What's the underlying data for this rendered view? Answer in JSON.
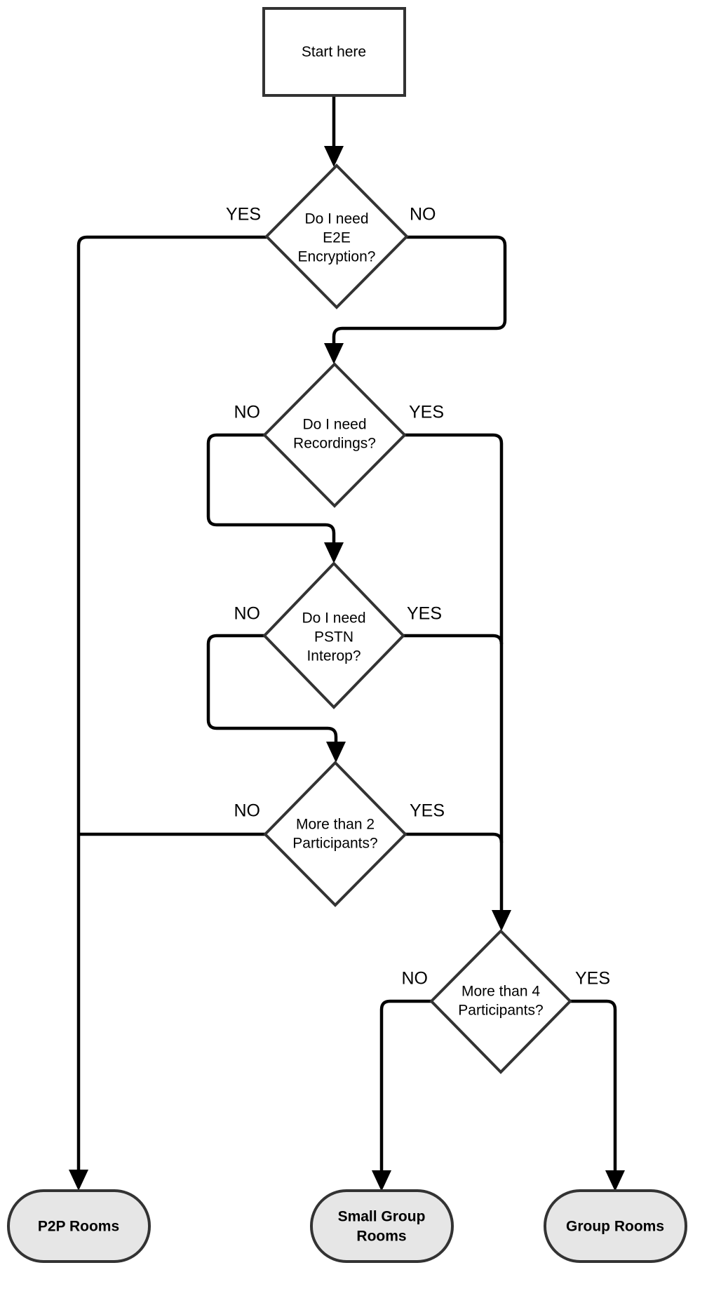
{
  "diagram": {
    "type": "flowchart",
    "orientation": "top-to-bottom",
    "title_text": "",
    "colors": {
      "node_fill": "#ffffff",
      "node_stroke": "#333333",
      "terminal_fill": "#e6e6e6",
      "terminal_stroke": "#333333",
      "edge_stroke": "#000000",
      "background": "#ffffff"
    }
  },
  "nodes": {
    "start": {
      "id": "start",
      "shape": "rectangle",
      "label": "Start here"
    },
    "d1": {
      "id": "d1",
      "shape": "diamond",
      "label_line1": "Do I need",
      "label_line2": "E2E",
      "label_line3": "Encryption?"
    },
    "d2": {
      "id": "d2",
      "shape": "diamond",
      "label_line1": "Do I need",
      "label_line2": "Recordings?"
    },
    "d3": {
      "id": "d3",
      "shape": "diamond",
      "label_line1": "Do I need",
      "label_line2": "PSTN",
      "label_line3": "Interop?"
    },
    "d4": {
      "id": "d4",
      "shape": "diamond",
      "label_line1": "More than 2",
      "label_line2": "Participants?"
    },
    "d5": {
      "id": "d5",
      "shape": "diamond",
      "label_line1": "More than 4",
      "label_line2": "Participants?"
    },
    "t1": {
      "id": "t1",
      "shape": "stadium",
      "label": "P2P Rooms"
    },
    "t2": {
      "id": "t2",
      "shape": "stadium",
      "label_line1": "Small Group",
      "label_line2": "Rooms"
    },
    "t3": {
      "id": "t3",
      "shape": "stadium",
      "label": "Group Rooms"
    }
  },
  "edge_labels": {
    "d1_yes": "YES",
    "d1_no": "NO",
    "d2_no": "NO",
    "d2_yes": "YES",
    "d3_no": "NO",
    "d3_yes": "YES",
    "d4_no": "NO",
    "d4_yes": "YES",
    "d5_no": "NO",
    "d5_yes": "YES"
  },
  "edges": [
    {
      "from": "start",
      "to": "d1",
      "label": ""
    },
    {
      "from": "d1",
      "to": "t1",
      "label": "YES"
    },
    {
      "from": "d1",
      "to": "d2",
      "label": "NO"
    },
    {
      "from": "d2",
      "to": "d3",
      "label": "NO"
    },
    {
      "from": "d2",
      "to": "d5",
      "label": "YES"
    },
    {
      "from": "d3",
      "to": "d4",
      "label": "NO"
    },
    {
      "from": "d3",
      "to": "d5",
      "label": "YES"
    },
    {
      "from": "d4",
      "to": "t1",
      "label": "NO"
    },
    {
      "from": "d4",
      "to": "d5",
      "label": "YES"
    },
    {
      "from": "d5",
      "to": "t2",
      "label": "NO"
    },
    {
      "from": "d5",
      "to": "t3",
      "label": "YES"
    }
  ]
}
